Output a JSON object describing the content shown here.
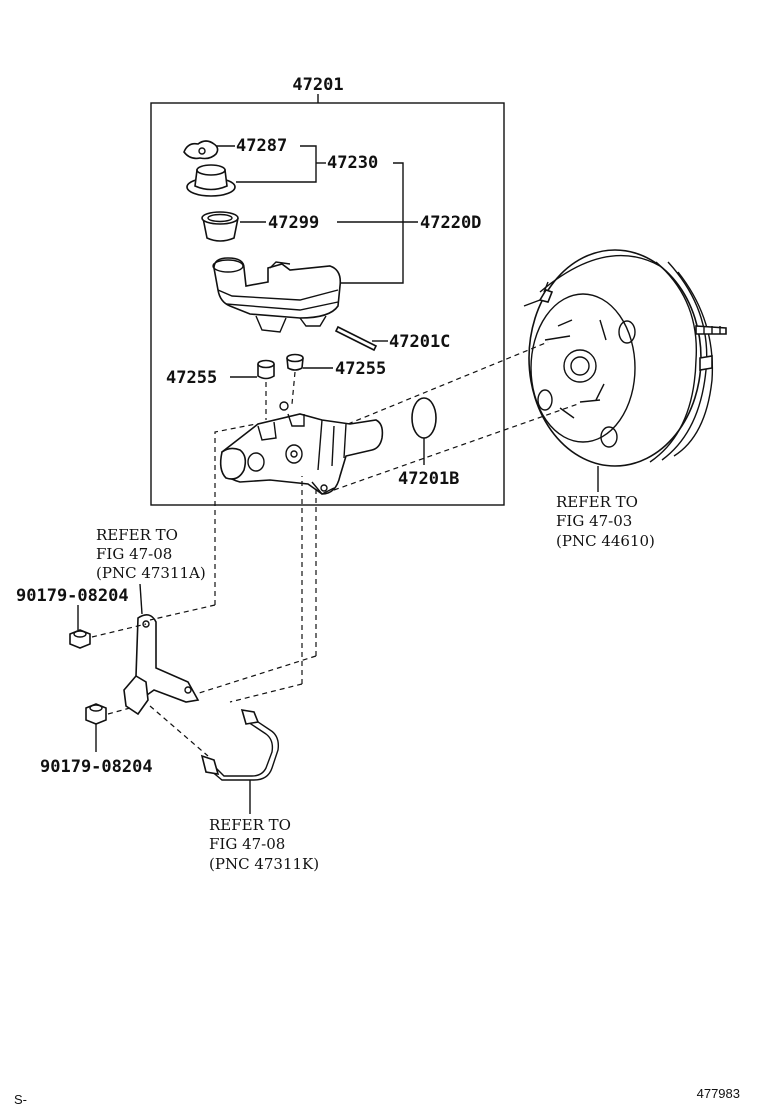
{
  "assembly": {
    "number": "47201"
  },
  "labels": {
    "p47287": "47287",
    "p47230": "47230",
    "p47299": "47299",
    "p47220D": "47220D",
    "p47201C": "47201C",
    "p47255_left": "47255",
    "p47255_right": "47255",
    "p47201B": "47201B",
    "p90179_upper": "90179-08204",
    "p90179_lower": "90179-08204"
  },
  "refs": {
    "booster": {
      "line1": "REFER TO",
      "line2": "FIG 47-03",
      "line3": "(PNC 44610)"
    },
    "bracket": {
      "line1": "REFER TO",
      "line2": "FIG 47-08",
      "line3": "(PNC 47311A)"
    },
    "tube": {
      "line1": "REFER TO",
      "line2": "FIG 47-08",
      "line3": "(PNC 47311K)"
    }
  },
  "footer": {
    "left": "S-",
    "right": "477983"
  }
}
